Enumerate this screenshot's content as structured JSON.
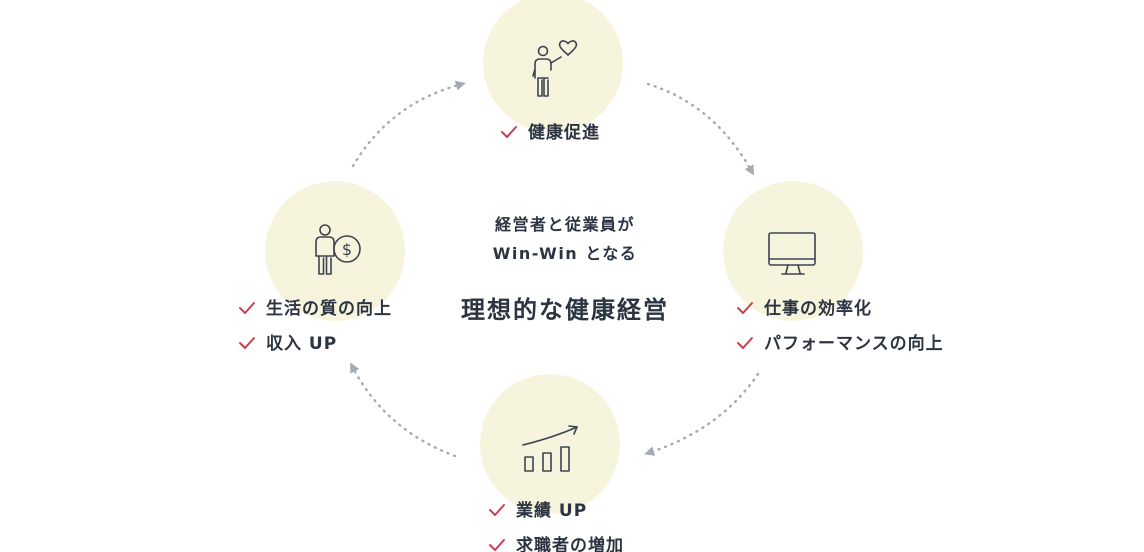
{
  "colors": {
    "circle_fill": "#f7f4dd",
    "check": "#c8404f",
    "text": "#2b3440",
    "icon_stroke": "#3c4450",
    "arrow": "#a5abb3"
  },
  "center": {
    "line1": "経営者と従業員が",
    "line2": "Win-Win となる",
    "title": "理想的な健康経営"
  },
  "nodes": {
    "top": {
      "icon": "person-heart-icon",
      "items": [
        "健康促進"
      ]
    },
    "right": {
      "icon": "monitor-icon",
      "items": [
        "仕事の効率化",
        "パフォーマンスの向上"
      ]
    },
    "bottom": {
      "icon": "growth-chart-icon",
      "items": [
        "業績 UP",
        "求職者の増加"
      ]
    },
    "left": {
      "icon": "person-dollar-icon",
      "items": [
        "生活の質の向上",
        "収入 UP"
      ]
    }
  },
  "cycle_direction": "clockwise"
}
